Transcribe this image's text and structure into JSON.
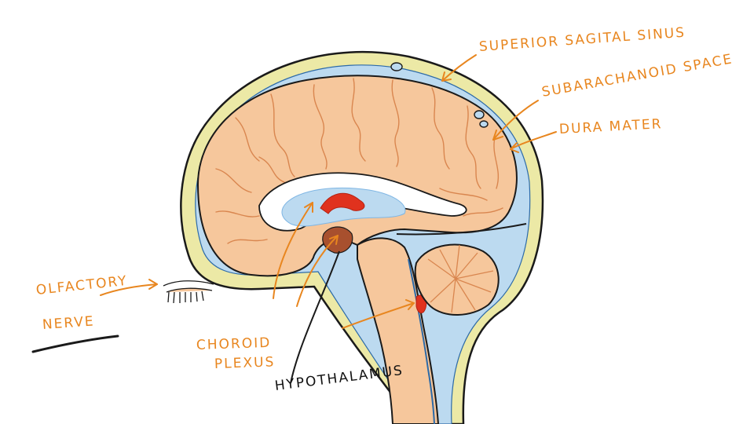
{
  "labels": {
    "superior_sagittal_sinus": "SUPERIOR SAGITAL SINUS",
    "subarachnoid_space": "SUBARACHANOID SPACE",
    "dura_mater": "DURA MATER",
    "olfactory": "OLFACTORY",
    "nerve": "NERVE",
    "choroid": "CHOROID",
    "plexus": "PLEXUS",
    "hypothalamus": "HYPOTHALAMUS"
  },
  "colors": {
    "label": "#e8861f",
    "outline": "#1a1a1a",
    "skull": "#ece9a6",
    "csf": "#bcdaf0",
    "csf_deep": "#7fb6e4",
    "brain": "#f6c79c",
    "sulci": "#d9864f",
    "plexus": "#e0321e",
    "hypothalamus": "#a8502e"
  }
}
